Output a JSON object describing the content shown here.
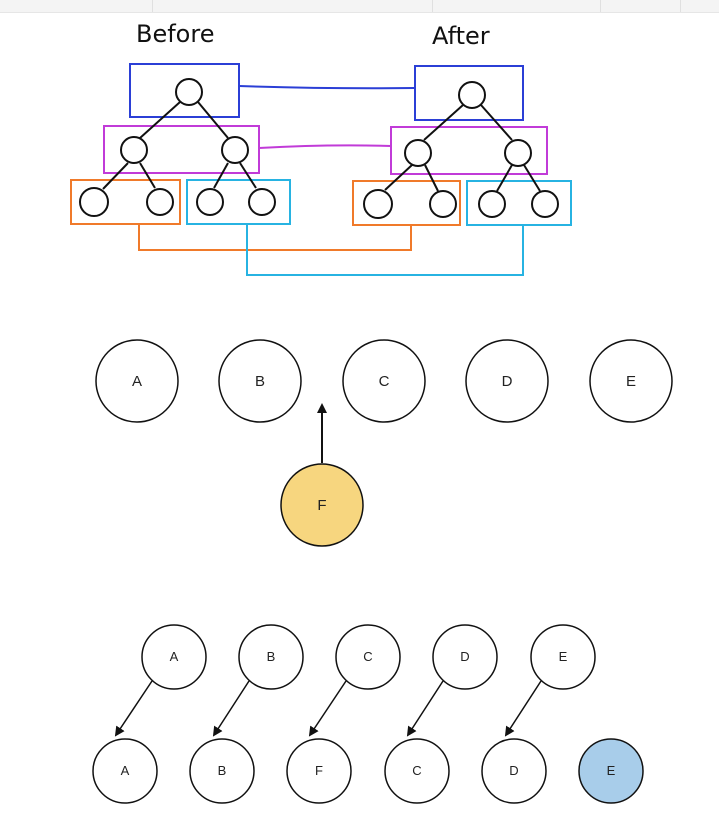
{
  "top": {
    "before_title": "Before",
    "after_title": "After"
  },
  "insert": {
    "row": [
      "A",
      "B",
      "C",
      "D",
      "E"
    ],
    "new_node": "F"
  },
  "shift": {
    "source_row": [
      "A",
      "B",
      "C",
      "D",
      "E"
    ],
    "result_row": [
      "A",
      "B",
      "F",
      "C",
      "D",
      "E"
    ]
  },
  "colors": {
    "level1": "#2b3fd6",
    "level2": "#c13bd8",
    "left_subtree": "#f07a2a",
    "right_subtree": "#27b3e2",
    "inserted": "#f7d67f",
    "moved": "#a8cdea"
  }
}
